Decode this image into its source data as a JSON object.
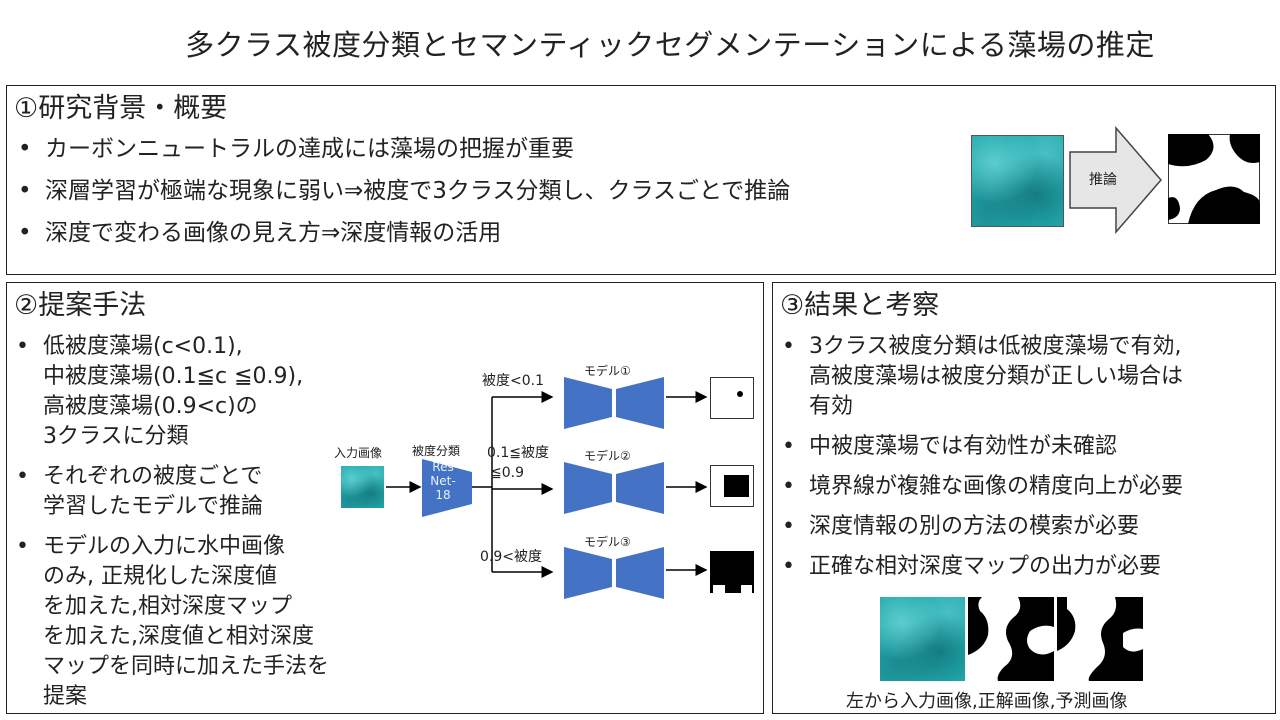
{
  "title": "多クラス被度分類とセマンティックセグメンテーションによる藻場の推定",
  "section1": {
    "title": "①研究背景・概要",
    "bullets": [
      "カーボンニュートラルの達成には藻場の把握が重要",
      "深層学習が極端な現象に弱い⇒被度で3クラス分類し、クラスごとで推論",
      "深度で変わる画像の見え方⇒深度情報の活用"
    ],
    "arrow_label": "推論"
  },
  "section2": {
    "title": "②提案手法",
    "bullets": [
      "低被度藻場(c<0.1),\n中被度藻場(0.1≦c ≦0.9),\n高被度藻場(0.9<c)の\n3クラスに分類",
      "それぞれの被度ごとで\n学習したモデルで推論",
      "モデルの入力に水中画像\nのみ, 正規化した深度値\nを加えた,相対深度マップ\nを加えた,深度値と相対深度\nマップを同時に加えた手法を提案"
    ],
    "diagram": {
      "input_label": "入力画像",
      "classifier_label": "被度分類",
      "classifier_text": "Res\nNet-\n18",
      "branch1_label": "被度<0.1",
      "branch2_label_line1": "0.1≦被度",
      "branch2_label_line2": "≦0.9",
      "branch3_label": "0.9<被度",
      "model1_label": "モデル①",
      "model2_label": "モデル②",
      "model3_label": "モデル③"
    }
  },
  "section3": {
    "title": "③結果と考察",
    "bullets": [
      "3クラス被度分類は低被度藻場で有効,\n高被度藻場は被度分類が正しい場合は\n有効",
      "中被度藻場では有効性が未確認",
      "境界線が複雑な画像の精度向上が必要",
      "深度情報の別の方法の模索が必要",
      "正確な相対深度マップの出力が必要"
    ],
    "caption": "左から入力画像,正解画像,予測画像"
  },
  "colors": {
    "model_blue": "#4472c4",
    "arrow_gray": "#e6e6e6",
    "water": "#22a8ac"
  }
}
